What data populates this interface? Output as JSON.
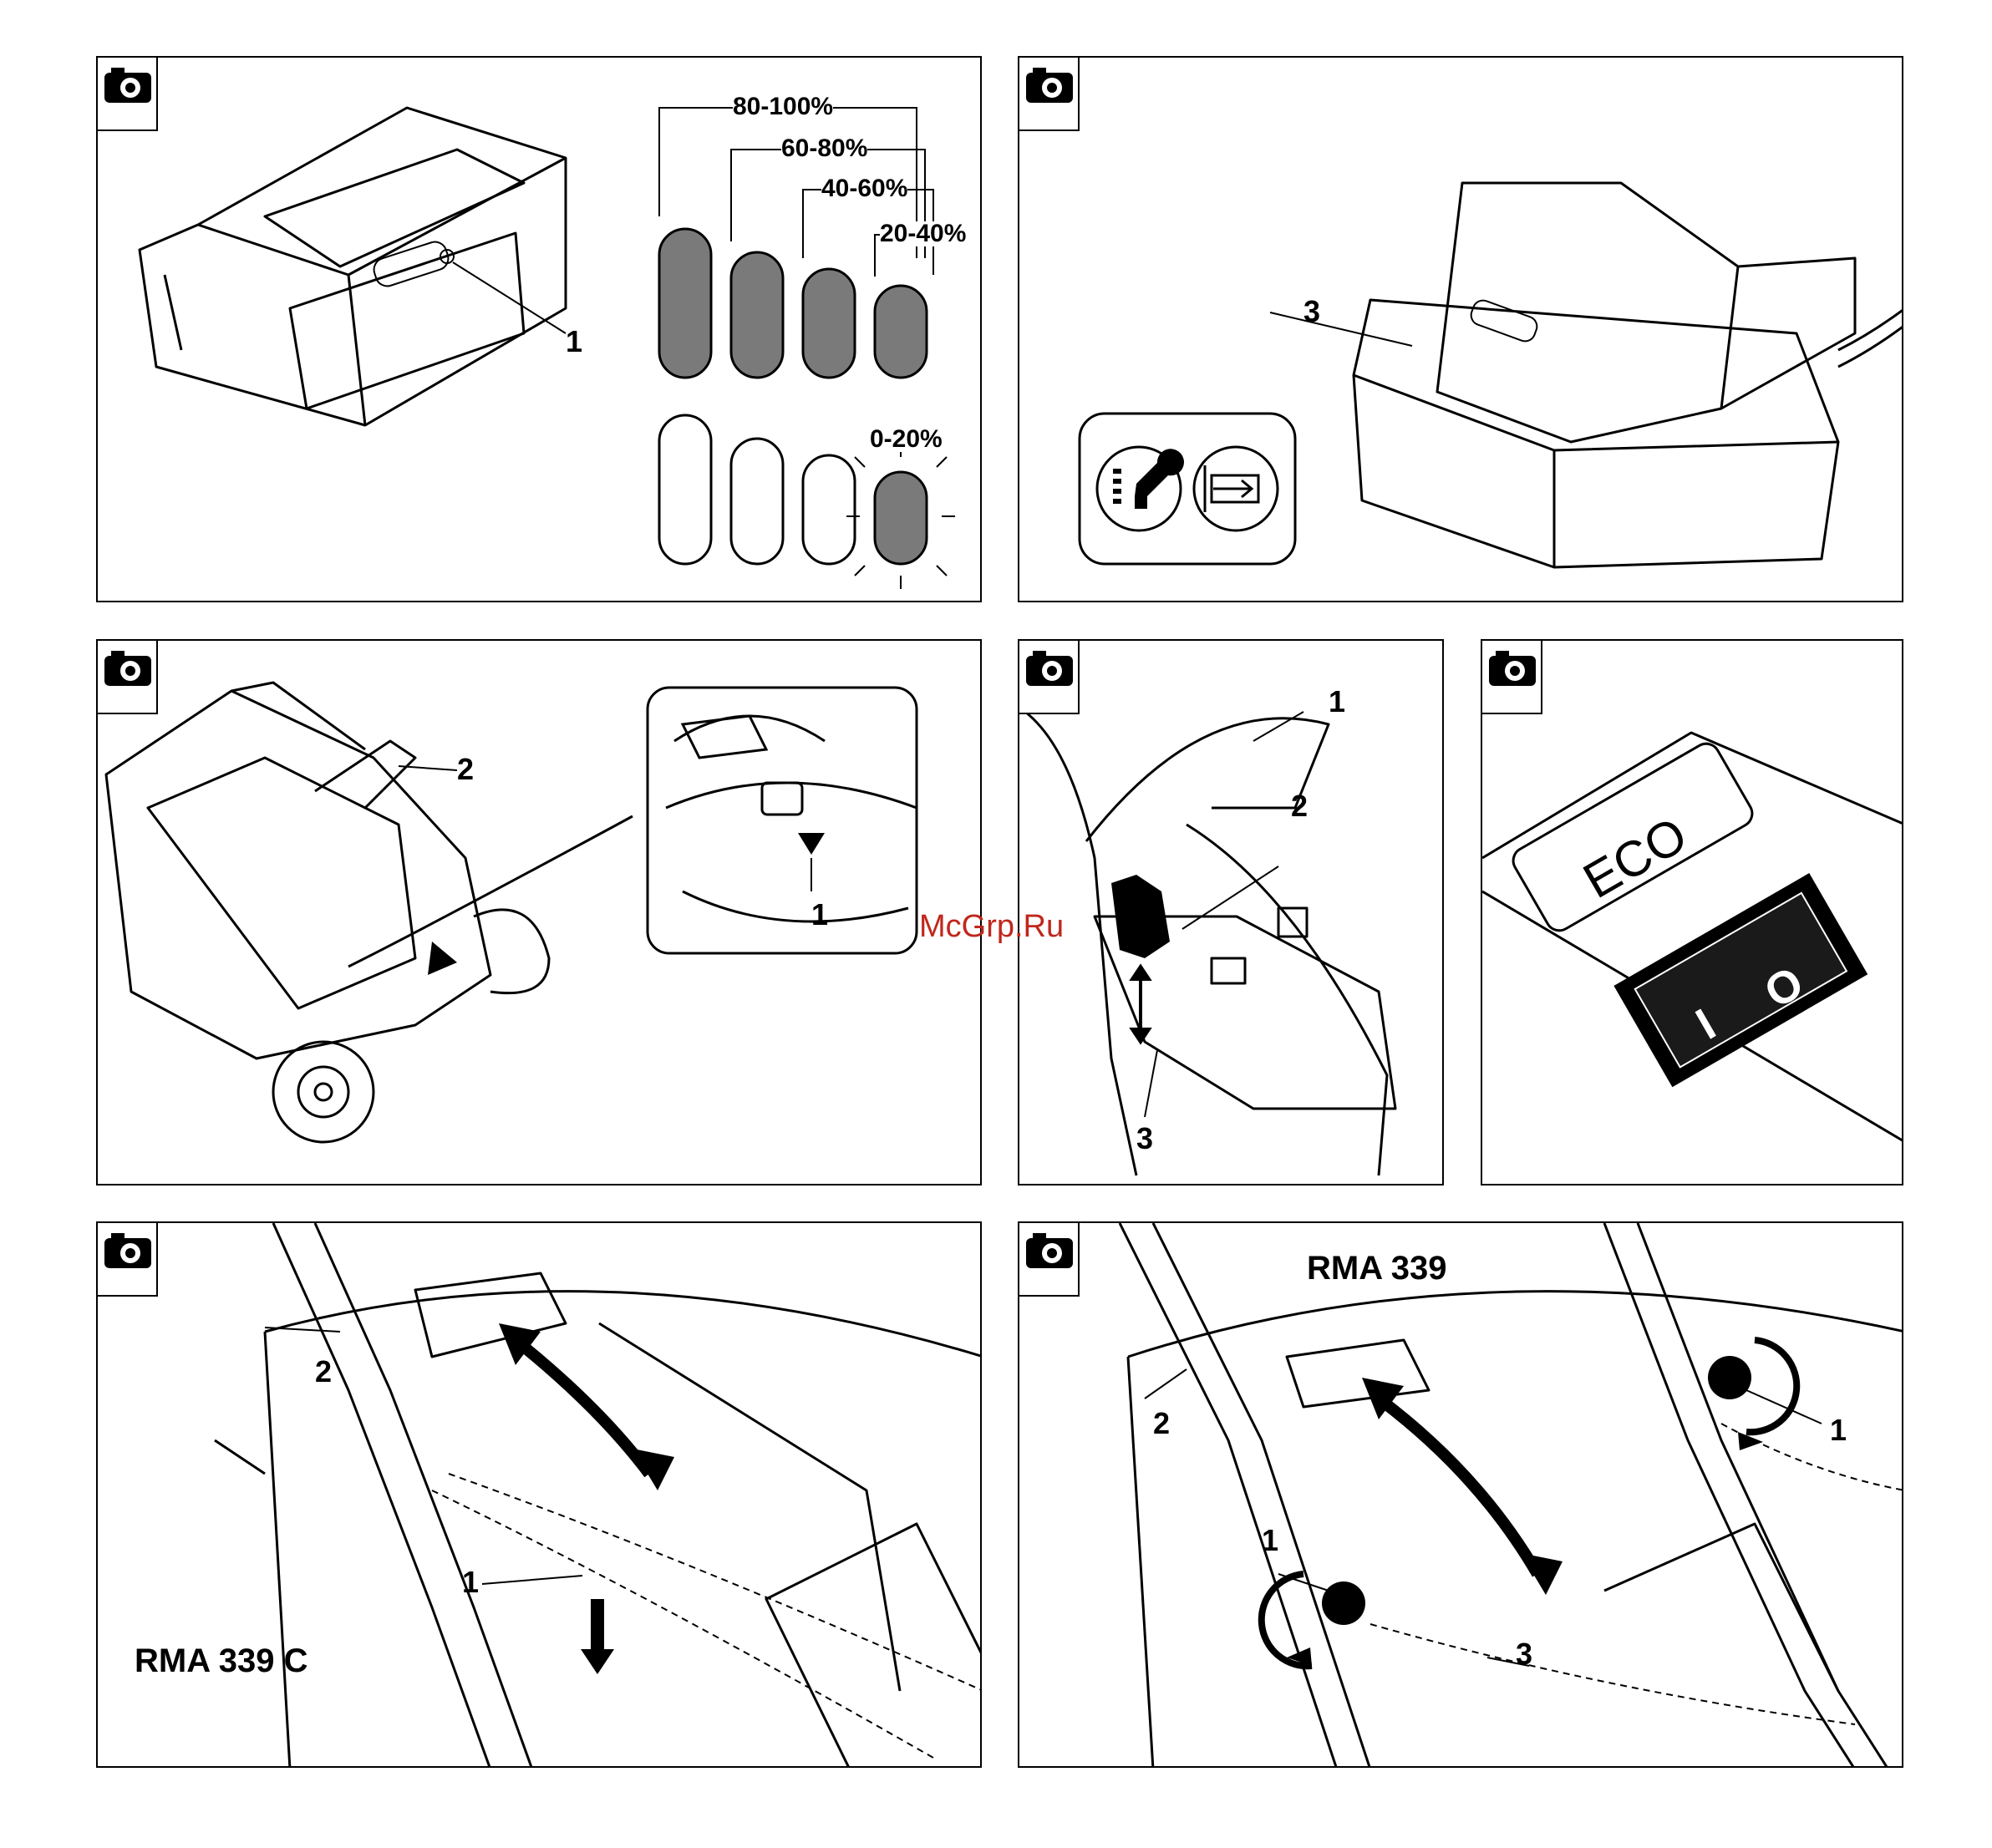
{
  "watermark": "McGrp.Ru",
  "icons": {
    "camera": "camera-icon",
    "wrench": "wrench-icon",
    "battery_arrow": "battery-insert-icon"
  },
  "panel1": {
    "callout": "1",
    "levels": [
      {
        "label": "80-100%",
        "lit": 4
      },
      {
        "label": "60-80%",
        "lit": 3
      },
      {
        "label": "40-60%",
        "lit": 2
      },
      {
        "label": "20-40%",
        "lit": 1
      },
      {
        "label": "0-20%",
        "lit": 1,
        "blinking": true
      }
    ]
  },
  "panel2": {
    "callout": "3"
  },
  "panel3": {
    "callout_main": "2",
    "callout_inset": "1"
  },
  "panel4": {
    "c1": "1",
    "c2": "2",
    "c3": "3"
  },
  "panel5": {
    "eco": "ECO",
    "switch_on": "I",
    "switch_off": "O"
  },
  "panel6": {
    "model": "RMA 339 C",
    "c1": "1",
    "c2": "2"
  },
  "panel7": {
    "model": "RMA 339",
    "c1a": "1",
    "c1b": "1",
    "c2": "2",
    "c3": "3"
  },
  "colors": {
    "led_fill": "#7a7a7a",
    "line": "#000000",
    "watermark": "#c0271c"
  }
}
